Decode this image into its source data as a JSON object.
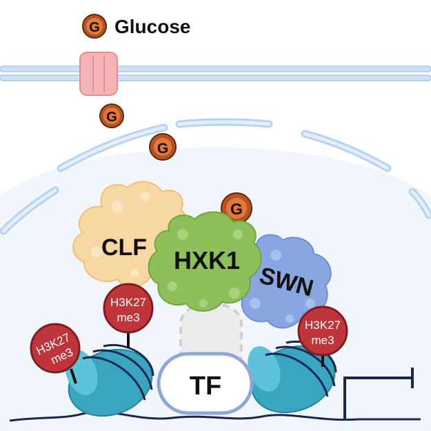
{
  "legend": {
    "glucose_symbol": "G",
    "glucose_label": "Glucose"
  },
  "proteins": {
    "clf": "CLF",
    "hxk1": "HXK1",
    "swn": "SWN",
    "tf": "TF"
  },
  "marks": [
    {
      "line1": "H3K27",
      "line2": "me3"
    },
    {
      "line1": "H3K27",
      "line2": "me3"
    },
    {
      "line1": "H3K27",
      "line2": "me3"
    }
  ],
  "glucose_molecules": [
    "G",
    "G",
    "G"
  ],
  "colors": {
    "glucose_fill": "#b9521e",
    "glucose_inner": "#e07a3c",
    "membrane": "#bcd6ee",
    "transporter": "#f4a7aa",
    "clf": "#f7d7a2",
    "hxk1": "#8fbf5a",
    "swn": "#8aa6e0",
    "nucleosome": "#3aa5bf",
    "mark": "#c0353a",
    "dna": "#1c2550"
  }
}
